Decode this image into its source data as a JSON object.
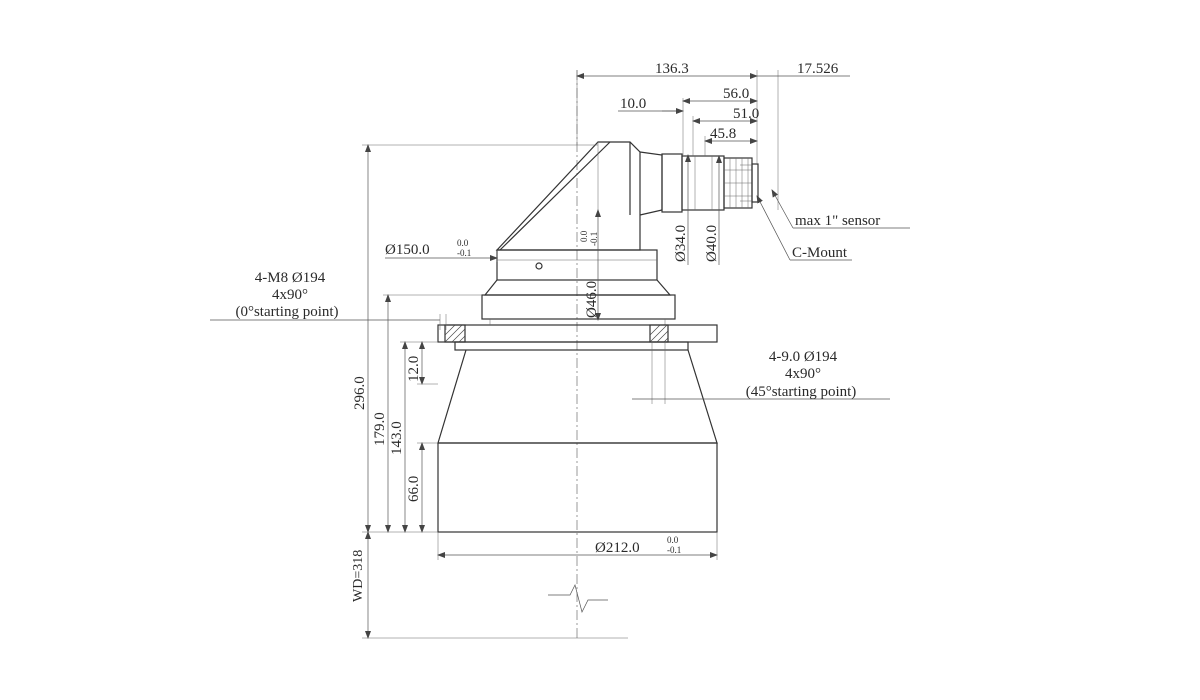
{
  "dimensions": {
    "top_length": "136.3",
    "sensor_offset": "17.526",
    "len_56": "56.0",
    "len_10": "10.0",
    "len_51": "51.0",
    "len_45_8": "45.8",
    "dia_150": "Ø150.0",
    "tol_150_upper": "0.0",
    "tol_150_lower": "-0.1",
    "tol_46_upper": "0.0",
    "tol_46_lower": "-0.1",
    "dia_46": "Ø46.0",
    "dia_34": "Ø34.0",
    "dia_40": "Ø40.0",
    "dia_212": "Ø212.0",
    "tol_212_upper": "0.0",
    "tol_212_lower": "-0.1",
    "height_296": "296.0",
    "height_179": "179.0",
    "height_143": "143.0",
    "height_12": "12.0",
    "height_66": "66.0",
    "wd": "WD=318"
  },
  "annotations": {
    "max_sensor": "max 1\" sensor",
    "c_mount": "C-Mount",
    "holes_left_line1": "4-M8  Ø194",
    "holes_left_line2": "4x90°",
    "holes_left_line3": "(0°starting point)",
    "holes_right_line1": "4-9.0  Ø194",
    "holes_right_line2": "4x90°",
    "holes_right_line3": "(45°starting point)"
  }
}
